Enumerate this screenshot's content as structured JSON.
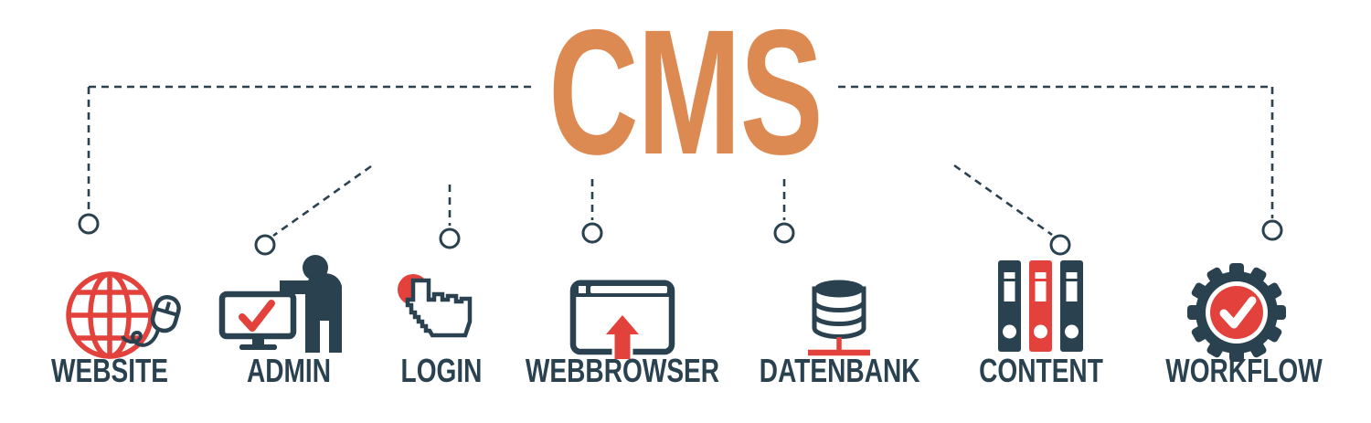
{
  "banner": {
    "title": "CMS",
    "items": [
      {
        "label": "WEBSITE",
        "icon": "globe-mouse-icon"
      },
      {
        "label": "ADMIN",
        "icon": "admin-monitor-icon"
      },
      {
        "label": "LOGIN",
        "icon": "click-hand-icon"
      },
      {
        "label": "WEBBROWSER",
        "icon": "browser-upload-icon"
      },
      {
        "label": "DATENBANK",
        "icon": "database-icon"
      },
      {
        "label": "CONTENT",
        "icon": "ring-binders-icon"
      },
      {
        "label": "WORKFLOW",
        "icon": "gear-check-icon"
      }
    ]
  },
  "colors": {
    "title_orange": "#dd8a52",
    "icon_dark": "#2a4150",
    "accent_red": "#e2423b",
    "background": "#ffffff"
  }
}
